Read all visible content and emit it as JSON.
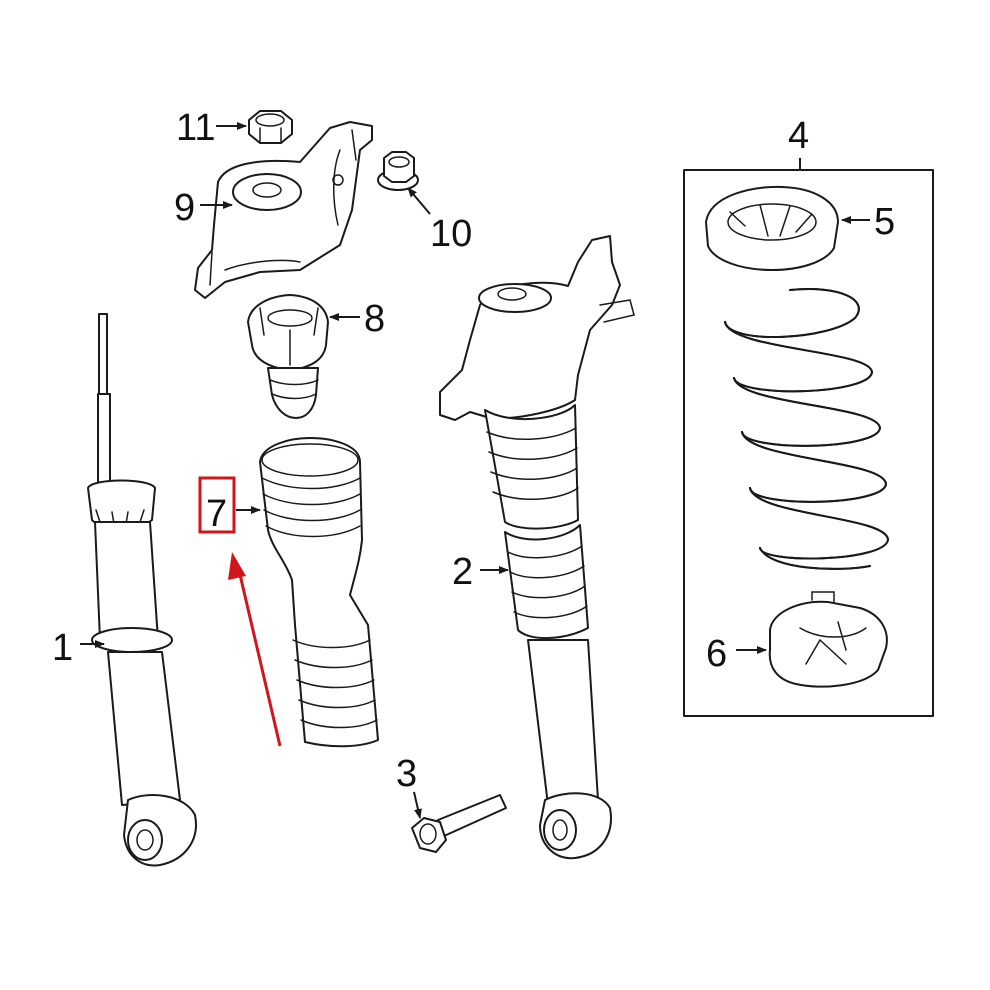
{
  "callouts": {
    "c1": "1",
    "c2": "2",
    "c3": "3",
    "c4": "4",
    "c5": "5",
    "c6": "6",
    "c7": "7",
    "c8": "8",
    "c9": "9",
    "c10": "10",
    "c11": "11"
  },
  "highlight": {
    "target_callout": "7",
    "color": "#d0161b"
  },
  "colors": {
    "line": "#1a1a1a",
    "background": "#ffffff"
  }
}
